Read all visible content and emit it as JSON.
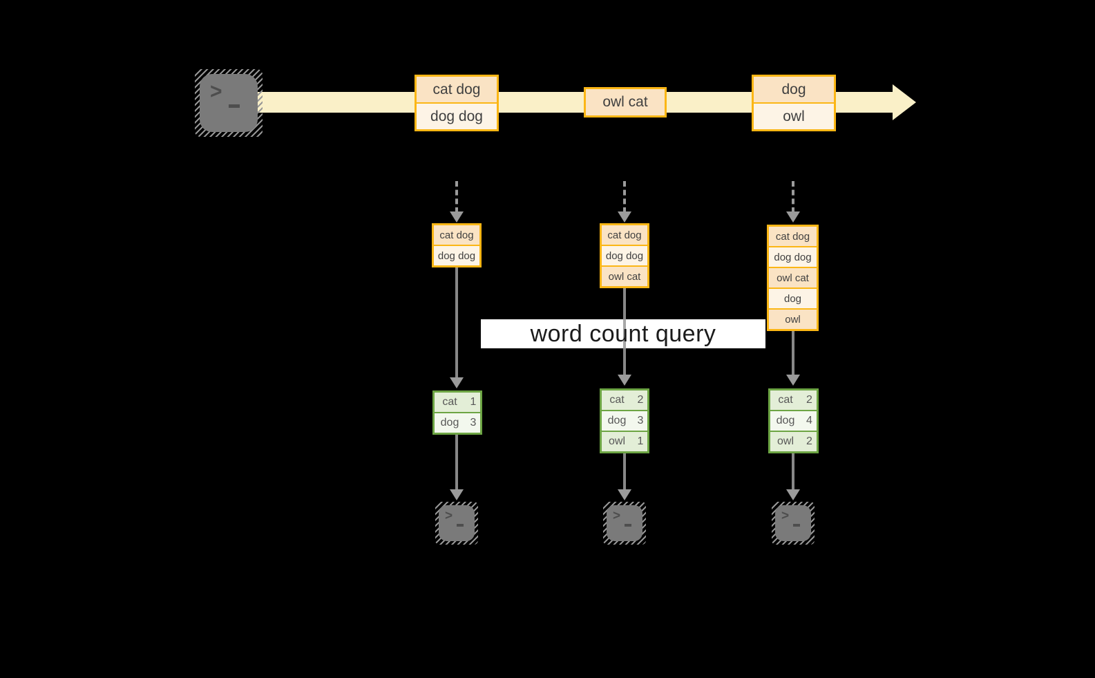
{
  "title": "streaming word count query diagram",
  "query_label": "word count query",
  "stream": {
    "messages": [
      {
        "lines": [
          "cat dog",
          "dog dog"
        ]
      },
      {
        "lines": [
          "owl cat"
        ]
      },
      {
        "lines": [
          "dog",
          "owl"
        ]
      }
    ]
  },
  "states": [
    [
      "cat dog",
      "dog dog"
    ],
    [
      "cat dog",
      "dog dog",
      "owl cat"
    ],
    [
      "cat dog",
      "dog dog",
      "owl cat",
      "dog",
      "owl"
    ]
  ],
  "tables": [
    [
      [
        "cat",
        "1"
      ],
      [
        "dog",
        "3"
      ]
    ],
    [
      [
        "cat",
        "2"
      ],
      [
        "dog",
        "3"
      ],
      [
        "owl",
        "1"
      ]
    ],
    [
      [
        "cat",
        "2"
      ],
      [
        "dog",
        "4"
      ],
      [
        "owl",
        "2"
      ]
    ]
  ],
  "icons": {
    "terminal_prompt": ">",
    "terminal_cursor": "_",
    "stream_arrow": "right-arrow",
    "flow_arrow": "down-arrow"
  },
  "colors": {
    "background": "#000000",
    "stream_band": "#faf0c8",
    "orange_border": "#fbb615",
    "cell_peach": "#fae3c4",
    "cell_cream": "#fdf4e6",
    "green_border": "#6da544",
    "cell_green_dark": "#e3eed7",
    "cell_green_light": "#f3f8ee",
    "arrow_gray": "#9b9b9b",
    "terminal_gray": "#7a7a7a",
    "query_box": "#ffffff"
  }
}
